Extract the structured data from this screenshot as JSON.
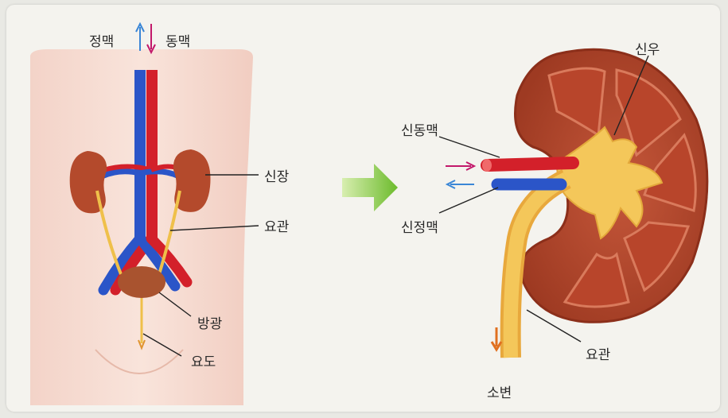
{
  "labels": {
    "vein": "정맥",
    "artery": "동맥",
    "kidney": "신장",
    "ureter_left": "요관",
    "bladder": "방광",
    "urethra": "요도",
    "renal_artery": "신동맥",
    "renal_vein": "신정맥",
    "renal_pelvis": "신우",
    "ureter_right": "요관",
    "urine": "소변"
  },
  "colors": {
    "vein": "#2b55c8",
    "artery": "#d3202a",
    "kidney": "#b44a2c",
    "ureter": "#efc04a",
    "body": "#f6dcd2",
    "arrow": "#7cc23a"
  }
}
